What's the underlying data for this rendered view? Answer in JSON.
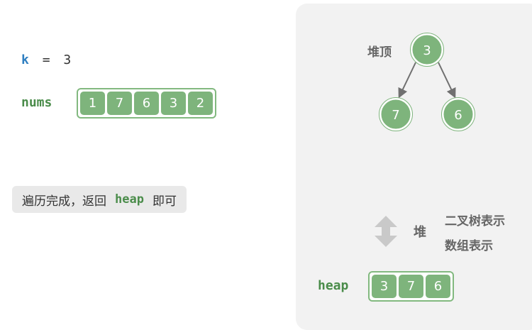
{
  "left": {
    "k_var": "k",
    "k_eq": "=",
    "k_value": "3",
    "nums_label": "nums",
    "nums": [
      "1",
      "7",
      "6",
      "3",
      "2"
    ],
    "status": {
      "text_before": "遍历完成，返回",
      "code": "heap",
      "text_after": "即可"
    }
  },
  "right": {
    "heap_top_label": "堆顶",
    "tree": {
      "root": "3",
      "left": "7",
      "right": "6"
    },
    "heap_word": "堆",
    "representation_tree": "二叉树表示",
    "representation_array": "数组表示",
    "heap_label": "heap",
    "heap": [
      "3",
      "7",
      "6"
    ]
  },
  "colors": {
    "node_fill": "#7eb47c",
    "node_border": "#ffffff",
    "edge": "#707070",
    "code_green": "#4a8c4a",
    "k_blue": "#2f7fc1"
  }
}
